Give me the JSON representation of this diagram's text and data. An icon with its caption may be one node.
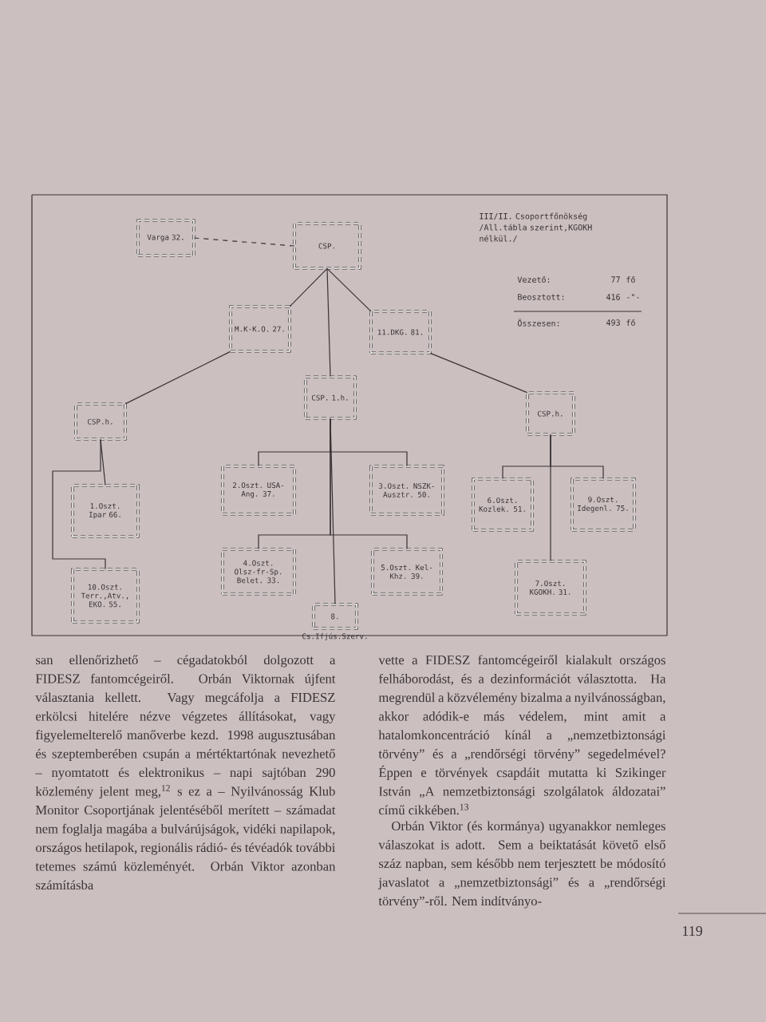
{
  "diagram": {
    "nodes": [
      {
        "text": [
          "Varga 32."
        ]
      },
      {
        "text": [
          "CSP."
        ]
      },
      {
        "text": [
          "M.K-K.O. 27."
        ]
      },
      {
        "text": [
          "11.DKG. 81."
        ]
      },
      {
        "text": [
          "CSP. 1.h."
        ]
      },
      {
        "text": [
          "CSP.h."
        ]
      },
      {
        "text": [
          "CSP.h."
        ]
      },
      {
        "text": [
          "1.Oszt. Ipar 66."
        ]
      },
      {
        "text": [
          "10.Oszt. Terr.,Atv., EKO. 55."
        ]
      },
      {
        "text": [
          "2.Oszt. USA-Ang. 37."
        ]
      },
      {
        "text": [
          "3.Oszt. NSZK-Ausztr. 50."
        ]
      },
      {
        "text": [
          "4.Oszt. Olsz-fr-Sp. Belet. 33."
        ]
      },
      {
        "text": [
          "5.Oszt. Kel-Khz. 39."
        ]
      },
      {
        "text": [
          "8."
        ],
        "beside": [
          "Cs.Ifjús.Szerv."
        ]
      },
      {
        "text": [
          "6.Oszt. Kozlek. 51."
        ]
      },
      {
        "text": [
          "9.Oszt. Idegenl. 75."
        ]
      },
      {
        "text": [
          "7.Oszt. KGOKH. 31."
        ]
      }
    ],
    "edges": [
      {
        "from": 0,
        "to": 1,
        "arrow": "none",
        "style": "dashed"
      },
      {
        "from": 1,
        "to": 2,
        "arrow": "none"
      },
      {
        "from": 1,
        "to": 4,
        "arrow": "none"
      },
      {
        "from": 1,
        "to": 3,
        "arrow": "none"
      },
      {
        "from": 2,
        "to": 5,
        "arrow": "none"
      },
      {
        "from": 3,
        "to": 6,
        "arrow": "none"
      },
      {
        "from": 5,
        "to": 7,
        "arrow": "none"
      },
      {
        "from": 5,
        "to": 8,
        "arrow": "none"
      },
      {
        "from": 4,
        "to": 9,
        "arrow": "none"
      },
      {
        "from": 4,
        "to": 10,
        "arrow": "none"
      },
      {
        "from": 4,
        "to": 11,
        "arrow": "none"
      },
      {
        "from": 4,
        "to": 12,
        "arrow": "none"
      },
      {
        "from": 4,
        "to": 13,
        "arrow": "none"
      },
      {
        "from": 6,
        "to": 14,
        "arrow": "none"
      },
      {
        "from": 6,
        "to": 15,
        "arrow": "none"
      },
      {
        "from": 6,
        "to": 16,
        "arrow": "none"
      }
    ],
    "labels": [
      "III/II. Csoportfőnökség /All.tábla szerint,KGOKH nélkül./",
      "Vezető:",
      "77",
      "fő",
      "Beosztott:",
      "416",
      "-\"-",
      "Összesen:",
      "493",
      "fő",
      "san ellenőrizhető – cégadatokból dolgozott a FIDESZ fantomcégeiről. Orbán Viktornak újfent választania kellett. Vagy megcáfolja a FIDESZ erkölcsi hitelére nézve végzetes állításokat, vagy figyelemelterelő manőverbe kezd. 1998 augusztusában és szeptemberében csupán a mértéktartónak nevezhető – nyomtatott és elektronikus – napi sajtóban 290 közlemény jelent meg,$^{12}$ s ez a – Nyilvánosság Klub Monitor Csoportjának jelentéséből merített – számadat nem foglalja magába a bulvárújságok, vidéki napilapok, országos hetilapok, regionális rádió- és tévéadók további tetemes számú közleményét. Orbán Viktor azonban számításba",
      "vette a FIDESZ fantomcégeiről kialakult országos felháborodást, és a dezinformációt választotta. Ha megrendül a közvélemény bizalma a nyilvánosságban, akkor adódik-e más védelem, mint amit a hatalomkoncentráció kínál a „nemzetbiztonsági törvény” és a „rendőrségi törvény” segedelmével? Éppen e törvények csapdáit mutatta ki Szikinger István „A nemzetbiztonsági szolgálatok áldozatai” című cikkében.$^{13}$",
      "Orbán Viktor (és kormánya) ugyanakkor nemleges válaszokat is adott. Sem a beiktatását követő első száz napban, sem később nem terjesztett be módosító javaslatot a „nemzetbiztonsági” és a „rendőrségi törvény”-ről. Nem indítványo-",
      "119"
    ]
  }
}
